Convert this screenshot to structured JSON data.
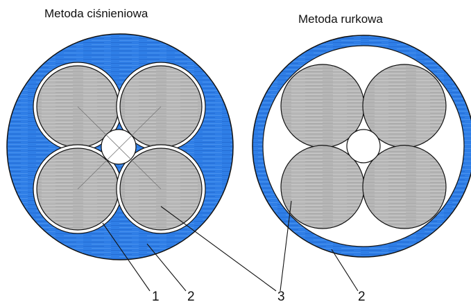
{
  "titles": {
    "left": "Metoda ciśnieniowa",
    "right": "Metoda rurkowa"
  },
  "callouts": [
    "1",
    "2",
    "3",
    "2"
  ],
  "colors": {
    "sheath": "#2f7ee6",
    "sheath_dark": "#1a5cc4",
    "core": "#b4b4b4",
    "core_light": "#d4d4d4",
    "outline": "#111111",
    "inner_bg": "#ffffff"
  }
}
